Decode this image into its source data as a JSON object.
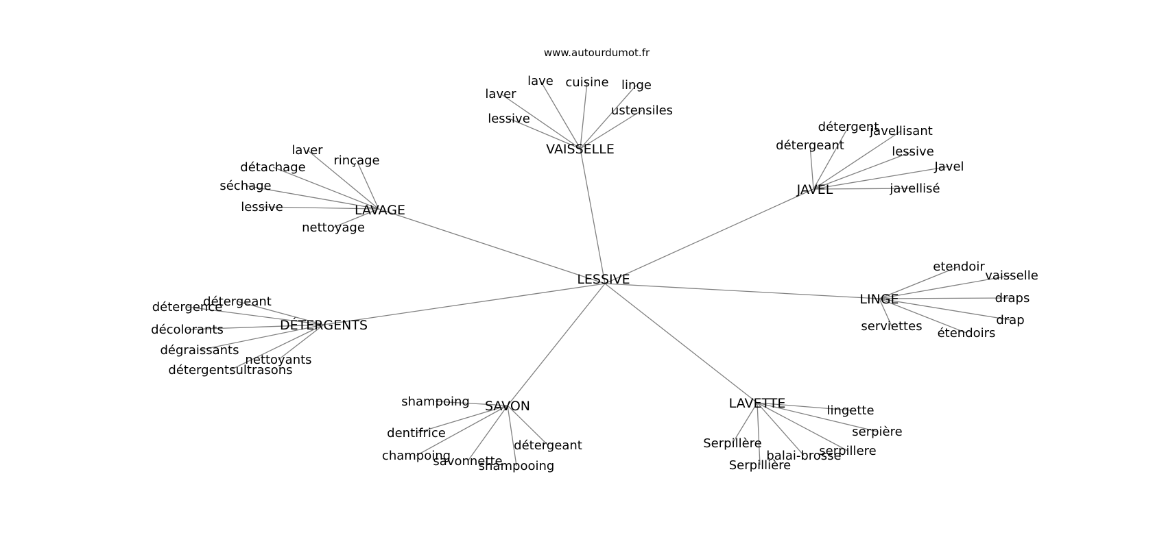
{
  "site": "www.autourdumot.fr",
  "center": "LESSIVE",
  "clusters": [
    {
      "label": "VAISSELLE",
      "words": [
        "laver",
        "lave",
        "cuisine",
        "linge",
        "lessive",
        "ustensiles"
      ]
    },
    {
      "label": "JAVEL",
      "words": [
        "détergent",
        "javellisant",
        "détergeant",
        "lessive",
        "Javel",
        "javellisé"
      ]
    },
    {
      "label": "LAVAGE",
      "words": [
        "laver",
        "rinçage",
        "détachage",
        "séchage",
        "lessive",
        "nettoyage"
      ]
    },
    {
      "label": "LINGE",
      "words": [
        "etendoir",
        "vaisselle",
        "draps",
        "drap",
        "serviettes",
        "étendoirs"
      ]
    },
    {
      "label": "DÉTERGENTS",
      "words": [
        "détergeant",
        "détergence",
        "décolorants",
        "dégraissants",
        "nettoyants",
        "détergentsultrasons"
      ]
    },
    {
      "label": "SAVON",
      "words": [
        "shampoing",
        "dentifrice",
        "champoing",
        "savonnette",
        "shampooing",
        "détergeant"
      ]
    },
    {
      "label": "LAVETTE",
      "words": [
        "lingette",
        "serpière",
        "Serpillère",
        "serpillere",
        "balai-brosse",
        "Serpillière"
      ]
    }
  ]
}
